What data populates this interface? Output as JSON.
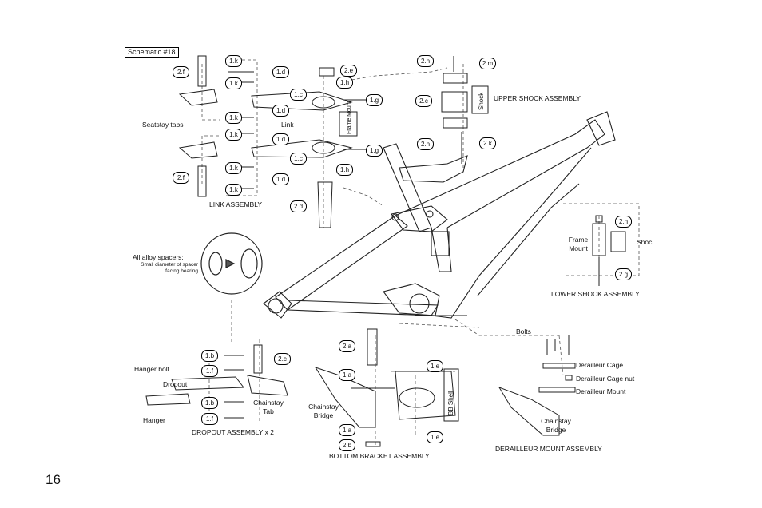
{
  "schematic_title": "Schematic #18",
  "page_number": "16",
  "assemblies": {
    "link": "LINK ASSEMBLY",
    "upper_shock": "UPPER SHOCK ASSEMBLY",
    "lower_shock": "LOWER SHOCK ASSEMBLY",
    "dropout": "DROPOUT ASSEMBLY x 2",
    "bottom_bracket": "BOTTOM BRACKET ASSEMBLY",
    "derailleur_mount": "DERAILLEUR MOUNT ASSEMBLY"
  },
  "labels": {
    "seatstay_tabs": "Seatstay tabs",
    "link": "Link",
    "frame_mount_vertical": "Frame Mount",
    "shock": "Shock",
    "frame_mount": "Frame Mount",
    "shock_cut": "Shoc",
    "spacers_title": "All alloy spacers:",
    "spacers_note": "Small diameter of spacer facing bearing",
    "hanger_bolt": "Hanger bolt",
    "dropout": "Dropout",
    "hanger": "Hanger",
    "chainstay_tab": "Chainstay Tab",
    "chainstay_bridge_bb": "Chainstay Bridge",
    "bb_shell": "BB Shell",
    "bolts": "Bolts",
    "derailleur_cage": "Derailleur Cage",
    "derailleur_cage_nut": "Derailleur Cage nut",
    "derailleur_mount": "Derailleur Mount",
    "chainstay_bridge_dm": "Chainstay Bridge"
  },
  "callouts": {
    "link_1k_a": "1.k",
    "link_1k_b": "1.k",
    "link_1k_c": "1.k",
    "link_1k_d": "1.k",
    "link_1k_e": "1.k",
    "link_1k_f": "1.k",
    "link_1d_a": "1.d",
    "link_1d_b": "1.d",
    "link_1d_c": "1.d",
    "link_1d_d": "1.d",
    "link_2f_a": "2.f",
    "link_2f_b": "2.f",
    "link_2e": "2.e",
    "link_1h_a": "1.h",
    "link_1h_b": "1.h",
    "link_1c_a": "1.c",
    "link_1c_b": "1.c",
    "link_1g_a": "1.g",
    "link_1g_b": "1.g",
    "link_2d": "2.d",
    "us_2n_a": "2.n",
    "us_2n_b": "2.n",
    "us_2m": "2.m",
    "us_2c": "2.c",
    "us_2k": "2.k",
    "ls_2h": "2.h",
    "ls_2g": "2.g",
    "do_1b_a": "1.b",
    "do_1b_b": "1.b",
    "do_1f_a": "1.f",
    "do_1f_b": "1.f",
    "do_2c": "2.c",
    "bb_2a": "2.a",
    "bb_1a_a": "1.a",
    "bb_1a_b": "1.a",
    "bb_1e_a": "1.e",
    "bb_1e_b": "1.e",
    "bb_2b": "2.b"
  }
}
